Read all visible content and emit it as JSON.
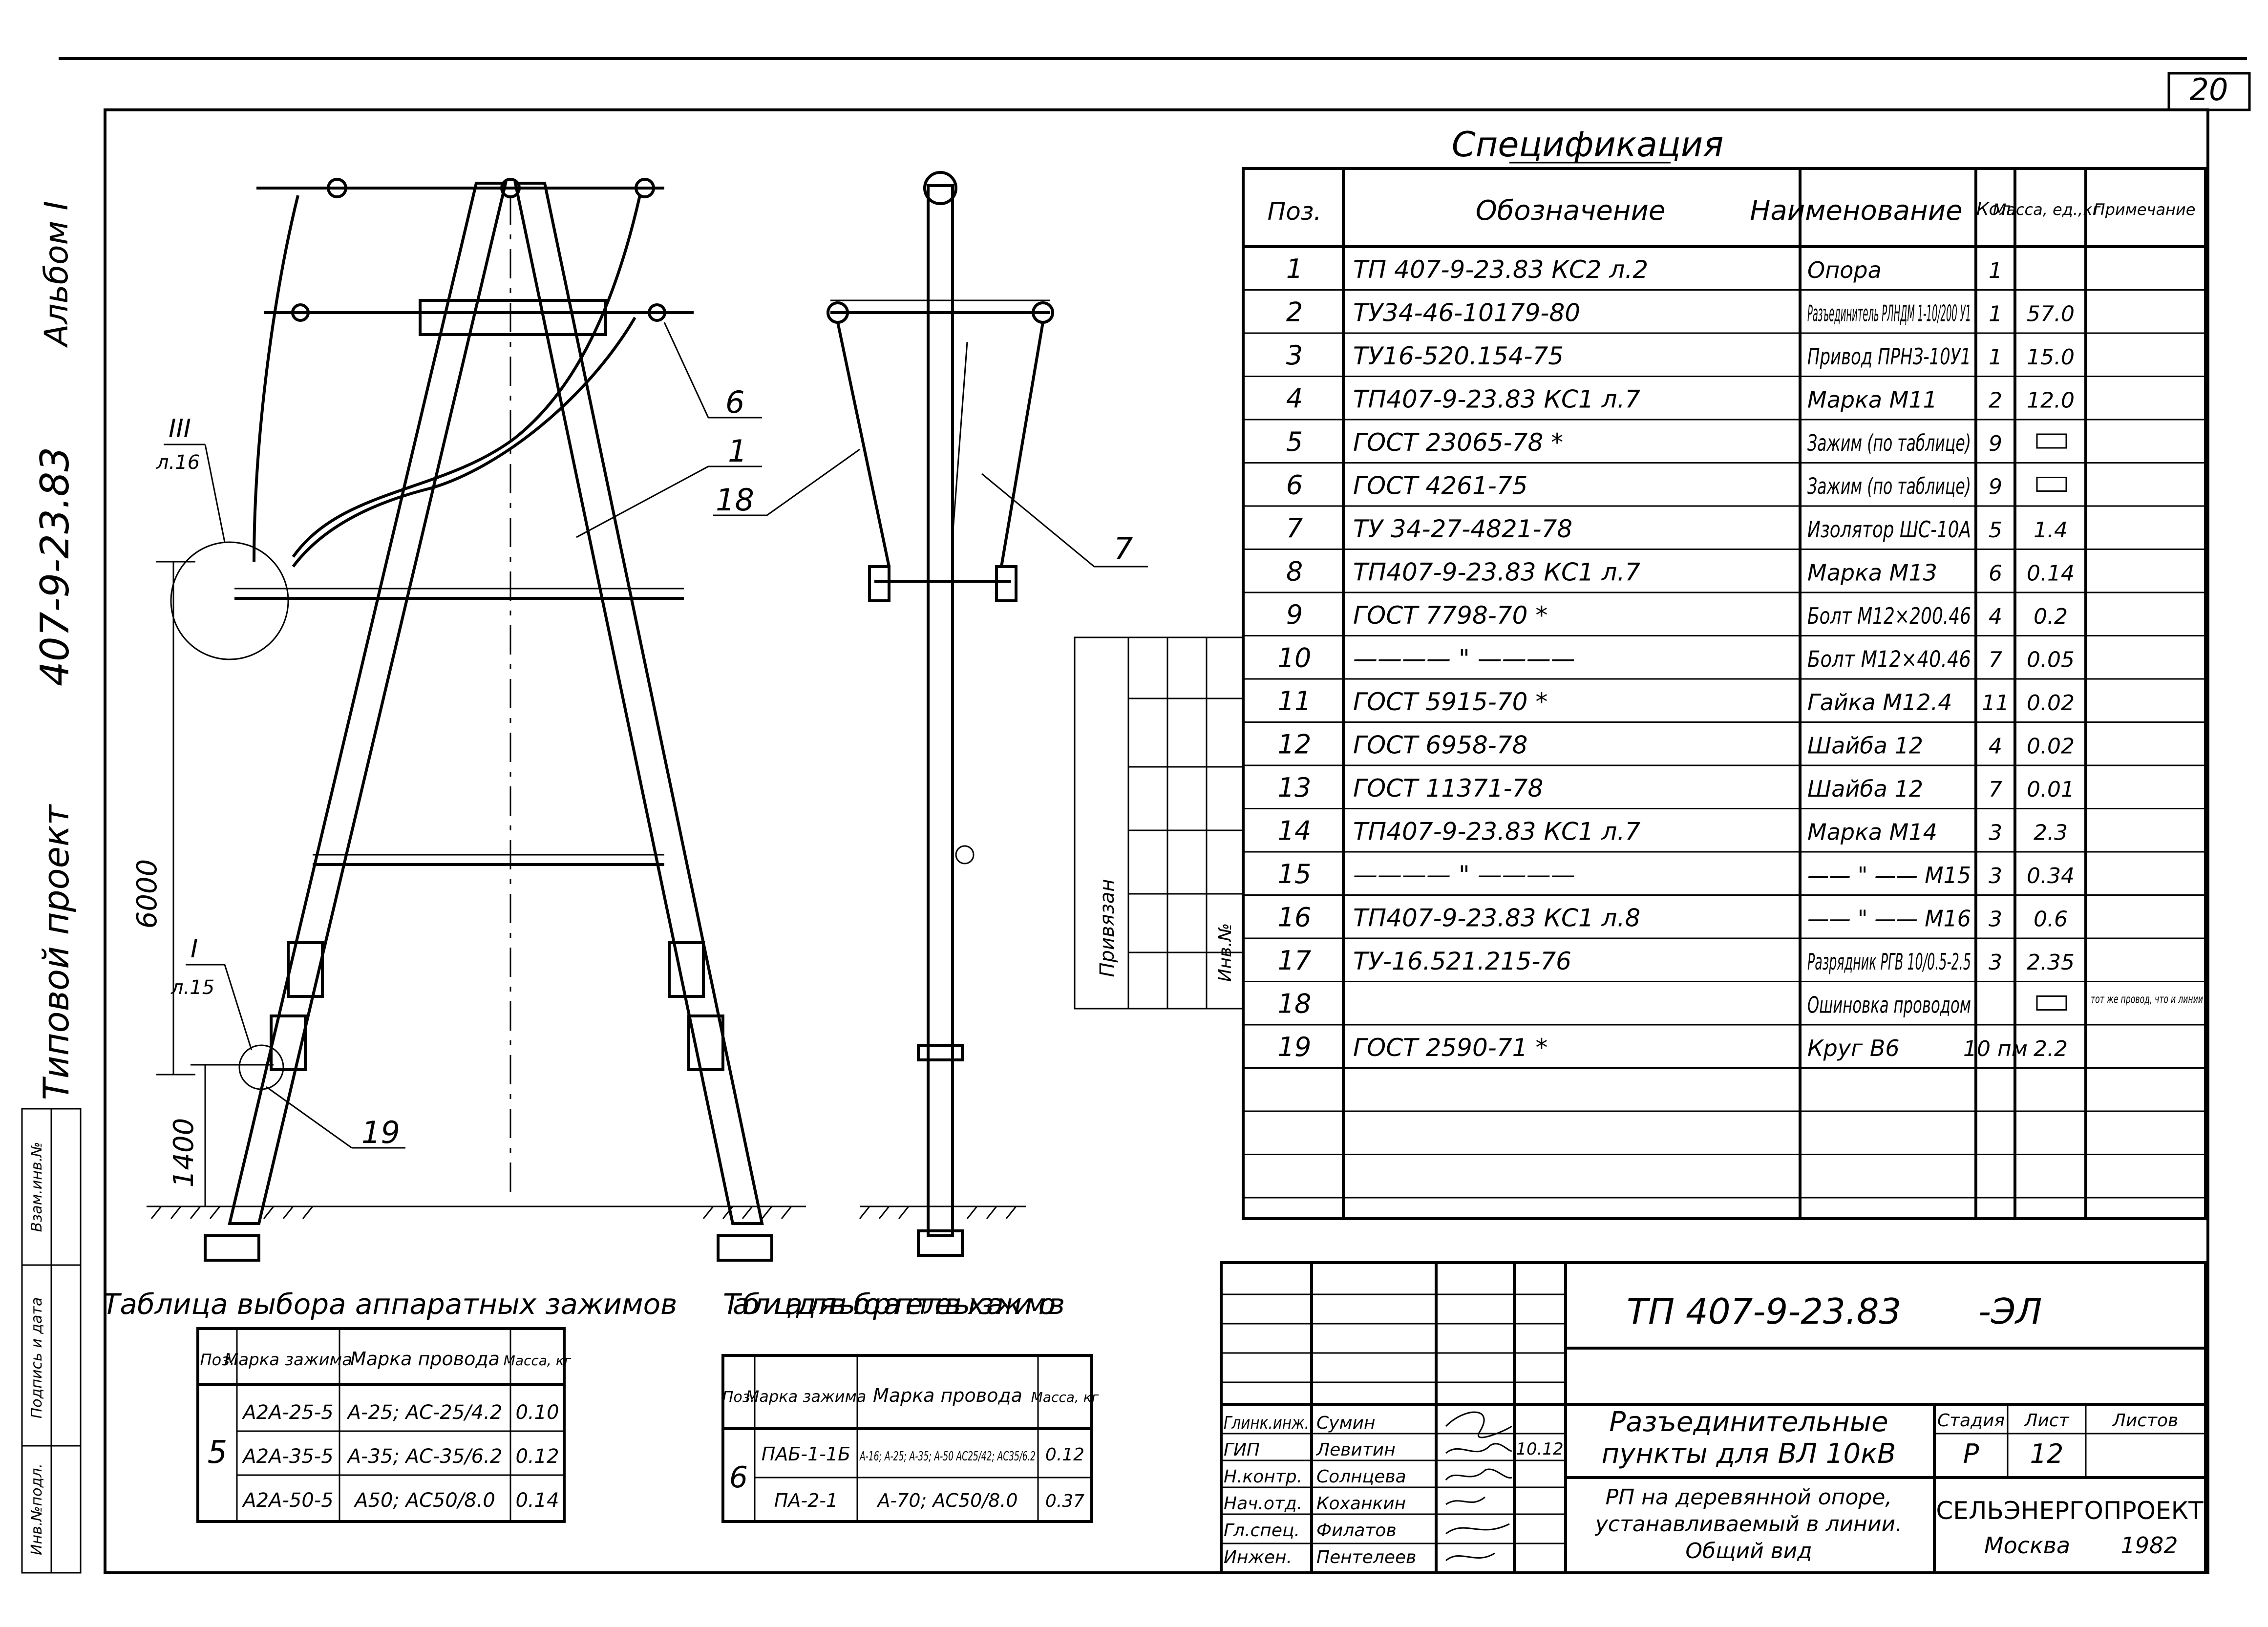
{
  "page_number": "20",
  "spine": {
    "album": "Альбом I",
    "project": "Типовой проект",
    "code": "407-9-23.83"
  },
  "stamp_columns": [
    "Инв.№подл.",
    "Подпись и дата",
    "Взам.инв.№"
  ],
  "binding_block": {
    "label": "Привязан",
    "inv": "Инв.№"
  },
  "drawing": {
    "callouts": [
      "6",
      "1",
      "18",
      "7",
      "19"
    ],
    "detail_3": {
      "num": "III",
      "sheet": "л.16"
    },
    "detail_1": {
      "num": "I",
      "sheet": "л.15"
    },
    "dim_6000": "6000",
    "dim_1400": "1400"
  },
  "spec": {
    "title": "Спецификация",
    "headers": [
      "Поз.",
      "Обозначение",
      "Наименование",
      "Кол.",
      "Масса, ед.,кг",
      "Примечание"
    ],
    "rows": [
      {
        "pos": "1",
        "des": "ТП 407-9-23.83 КС2 л.2",
        "name": "Опора",
        "qty": "1",
        "mass": "",
        "note": ""
      },
      {
        "pos": "2",
        "des": "ТУ34-46-10179-80",
        "name": "Разъединитель РЛНДМ 1-10/200 У1",
        "qty": "1",
        "mass": "57.0",
        "note": ""
      },
      {
        "pos": "3",
        "des": "ТУ16-520.154-75",
        "name": "Привод ПРНЗ-10У1",
        "qty": "1",
        "mass": "15.0",
        "note": ""
      },
      {
        "pos": "4",
        "des": "ТП407-9-23.83 КС1 л.7",
        "name": "Марка М11",
        "qty": "2",
        "mass": "12.0",
        "note": ""
      },
      {
        "pos": "5",
        "des": "ГОСТ 23065-78 *",
        "name": "Зажим (по таблице)",
        "qty": "9",
        "mass": "",
        "note": ""
      },
      {
        "pos": "6",
        "des": "ГОСТ 4261-75",
        "name": "Зажим (по таблице)",
        "qty": "9",
        "mass": "",
        "note": ""
      },
      {
        "pos": "7",
        "des": "ТУ 34-27-4821-78",
        "name": "Изолятор ШС-10А",
        "qty": "5",
        "mass": "1.4",
        "note": ""
      },
      {
        "pos": "8",
        "des": "ТП407-9-23.83 КС1 л.7",
        "name": "Марка М13",
        "qty": "6",
        "mass": "0.14",
        "note": ""
      },
      {
        "pos": "9",
        "des": "ГОСТ 7798-70 *",
        "name": "Болт М12×200.46",
        "qty": "4",
        "mass": "0.2",
        "note": ""
      },
      {
        "pos": "10",
        "des": "———— \" ————",
        "name": "Болт М12×40.46",
        "qty": "7",
        "mass": "0.05",
        "note": ""
      },
      {
        "pos": "11",
        "des": "ГОСТ 5915-70 *",
        "name": "Гайка М12.4",
        "qty": "11",
        "mass": "0.02",
        "note": ""
      },
      {
        "pos": "12",
        "des": "ГОСТ 6958-78",
        "name": "Шайба 12",
        "qty": "4",
        "mass": "0.02",
        "note": ""
      },
      {
        "pos": "13",
        "des": "ГОСТ 11371-78",
        "name": "Шайба 12",
        "qty": "7",
        "mass": "0.01",
        "note": ""
      },
      {
        "pos": "14",
        "des": "ТП407-9-23.83 КС1 л.7",
        "name": "Марка М14",
        "qty": "3",
        "mass": "2.3",
        "note": ""
      },
      {
        "pos": "15",
        "des": "———— \" ————",
        "name": "—— \" —— М15",
        "qty": "3",
        "mass": "0.34",
        "note": ""
      },
      {
        "pos": "16",
        "des": "ТП407-9-23.83 КС1 л.8",
        "name": "—— \" —— М16",
        "qty": "3",
        "mass": "0.6",
        "note": ""
      },
      {
        "pos": "17",
        "des": "ТУ-16.521.215-76",
        "name": "Разрядник РГВ 10/0.5-2.5",
        "qty": "3",
        "mass": "2.35",
        "note": ""
      },
      {
        "pos": "18",
        "des": "",
        "name": "Ошиновка проводом",
        "qty": "",
        "mass": "",
        "note": "тот же провод, что и линии"
      },
      {
        "pos": "19",
        "des": "ГОСТ 2590-71 *",
        "name": "Круг В6",
        "qty": "10 пм",
        "mass": "2.2",
        "note": ""
      }
    ]
  },
  "table_apparatus": {
    "title": "Таблица выбора аппаратных зажимов",
    "headers": [
      "Поз.",
      "Марка зажима",
      "Марка провода",
      "Масса, кг"
    ],
    "pos": "5",
    "rows": [
      {
        "mark": "А2А-25-5",
        "wire": "А-25; АС-25/4.2",
        "mass": "0.10"
      },
      {
        "mark": "А2А-35-5",
        "wire": "А-35; АС-35/6.2",
        "mass": "0.12"
      },
      {
        "mark": "А2А-50-5",
        "wire": "А50; АС50/8.0",
        "mass": "0.14"
      }
    ]
  },
  "table_loop": {
    "title": "Таблица для выбора петлевых зажимов",
    "headers": [
      "Поз.",
      "Марка зажима",
      "Марка провода",
      "Масса, кг"
    ],
    "pos": "6",
    "rows": [
      {
        "mark": "ПАБ-1-1Б",
        "wire": "А-16; А-25; А-35; А-50 АС25/42; АС35/6.2",
        "mass": "0.12"
      },
      {
        "mark": "ПА-2-1",
        "wire": "А-70; АС50/8.0",
        "mass": "0.37"
      }
    ]
  },
  "title_block": {
    "code": "ТП 407-9-23.83",
    "suffix": "-ЭЛ",
    "name_line1": "Разъединительные",
    "name_line2": "пункты для ВЛ 10кВ",
    "sub_line1": "РП на деревянной опоре,",
    "sub_line2": "устанавливаемый в линии.",
    "sub_line3": "Общий вид",
    "stage_h": "Стадия",
    "sheet_h": "Лист",
    "sheets_h": "Листов",
    "stage": "Р",
    "sheet": "12",
    "org": "СЕЛЬЭНЕРГОПРОЕКТ",
    "city": "Москва",
    "year": "1982",
    "date": "10.12",
    "staff": [
      {
        "role": "Глинк.инж.",
        "name": "Сумин"
      },
      {
        "role": "ГИП",
        "name": "Левитин"
      },
      {
        "role": "Н.контр.",
        "name": "Солнцева"
      },
      {
        "role": "Нач.отд.",
        "name": "Коханкин"
      },
      {
        "role": "Гл.спец.",
        "name": "Филатов"
      },
      {
        "role": "Инжен.",
        "name": "Пентелеев"
      }
    ]
  }
}
